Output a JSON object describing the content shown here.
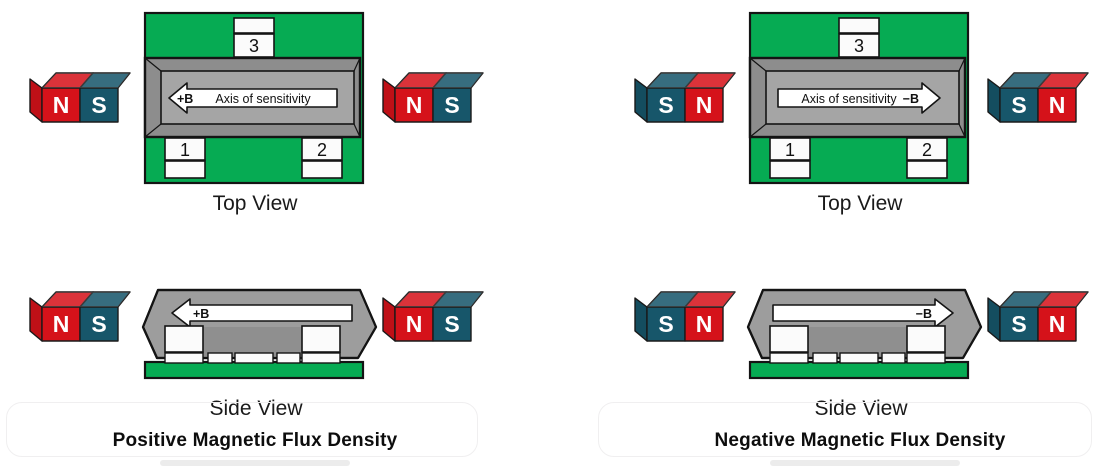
{
  "colors": {
    "board_green": "#06AB53",
    "magnet_red": "#D5121A",
    "magnet_teal": "#17566A",
    "chip_gray": "#8D8D8D",
    "chip_inner_gray": "#A5A5A5",
    "chip_side_gray": "#9D9D9D",
    "chip_side_dark": "#8F8F8F",
    "pin_fill": "#FBFBFB",
    "outline": "#141414"
  },
  "groups": [
    {
      "name": "positive",
      "top_view_label": "Top View",
      "side_view_label": "Side View",
      "caption": "Positive Magnetic Flux Density",
      "flux_label": "+B",
      "axis_label": "Axis of sensitivity",
      "arrow_direction": "left",
      "poles": {
        "left": "N",
        "right": "S"
      },
      "pole_colors": {
        "left": "#D5121A",
        "right": "#17566A"
      },
      "pins": {
        "p1": "1",
        "p2": "2",
        "p3": "3"
      }
    },
    {
      "name": "negative",
      "top_view_label": "Top View",
      "side_view_label": "Side View",
      "caption": "Negative Magnetic Flux Density",
      "flux_label": "−B",
      "axis_label": "Axis of sensitivity",
      "arrow_direction": "right",
      "poles": {
        "left": "S",
        "right": "N"
      },
      "pole_colors": {
        "left": "#17566A",
        "right": "#D5121A"
      },
      "pins": {
        "p1": "1",
        "p2": "2",
        "p3": "3"
      }
    }
  ]
}
